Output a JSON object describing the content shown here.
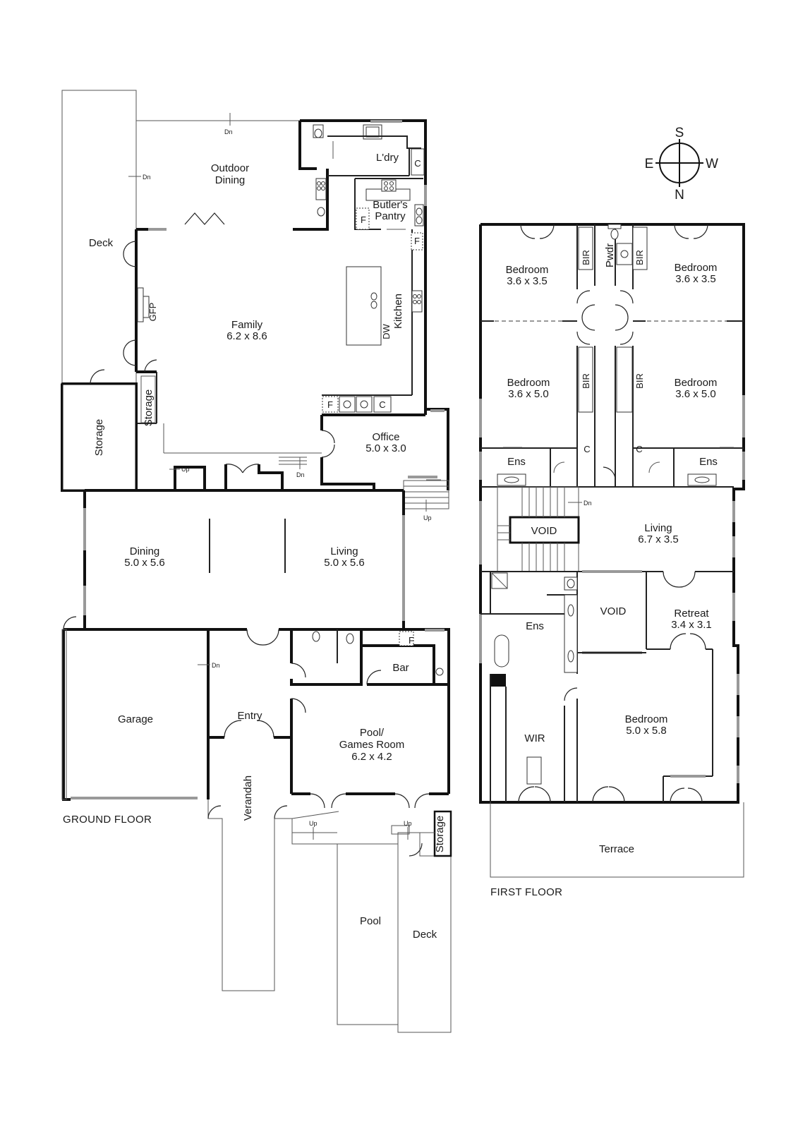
{
  "compass": {
    "s": "S",
    "w": "W",
    "n": "N",
    "e": "E"
  },
  "floors": {
    "ground": "GROUND FLOOR",
    "first": "FIRST FLOOR"
  },
  "stairs": {
    "up": "Up",
    "dn": "Dn"
  },
  "ground": {
    "outdoor_dining": {
      "l1": "Outdoor",
      "l2": "Dining"
    },
    "deck_west": "Deck",
    "gfp": "GFP",
    "family": {
      "name": "Family",
      "dim": "6.2 x 8.6"
    },
    "kitchen": "Kitchen",
    "dw": "DW",
    "ldry": "L'dry",
    "c": "C",
    "f": "F",
    "butlers": {
      "l1": "Butler's",
      "l2": "Pantry"
    },
    "storage": "Storage",
    "office": {
      "name": "Office",
      "dim": "5.0 x 3.0"
    },
    "dining": {
      "name": "Dining",
      "dim": "5.0 x 5.6"
    },
    "living": {
      "name": "Living",
      "dim": "5.0 x 5.6"
    },
    "garage": "Garage",
    "entry": "Entry",
    "verandah": "Verandah",
    "bar": "Bar",
    "pool_games": {
      "l1": "Pool/",
      "l2": "Games Room",
      "dim": "6.2 x 4.2"
    },
    "pool": "Pool",
    "deck_south": "Deck"
  },
  "first": {
    "bed_nw": {
      "name": "Bedroom",
      "dim": "3.6 x 3.5"
    },
    "bed_ne": {
      "name": "Bedroom",
      "dim": "3.6 x 3.5"
    },
    "bed_w": {
      "name": "Bedroom",
      "dim": "3.6 x 5.0"
    },
    "bed_e": {
      "name": "Bedroom",
      "dim": "3.6 x 5.0"
    },
    "bir": "BIR",
    "pwdr": "Pwdr",
    "ens": "Ens",
    "c": "C",
    "void": "VOID",
    "living": {
      "name": "Living",
      "dim": "6.7 x 3.5"
    },
    "retreat": {
      "name": "Retreat",
      "dim": "3.4 x 3.1"
    },
    "master": {
      "name": "Bedroom",
      "dim": "5.0 x 5.8"
    },
    "wir": "WIR",
    "terrace": "Terrace"
  }
}
